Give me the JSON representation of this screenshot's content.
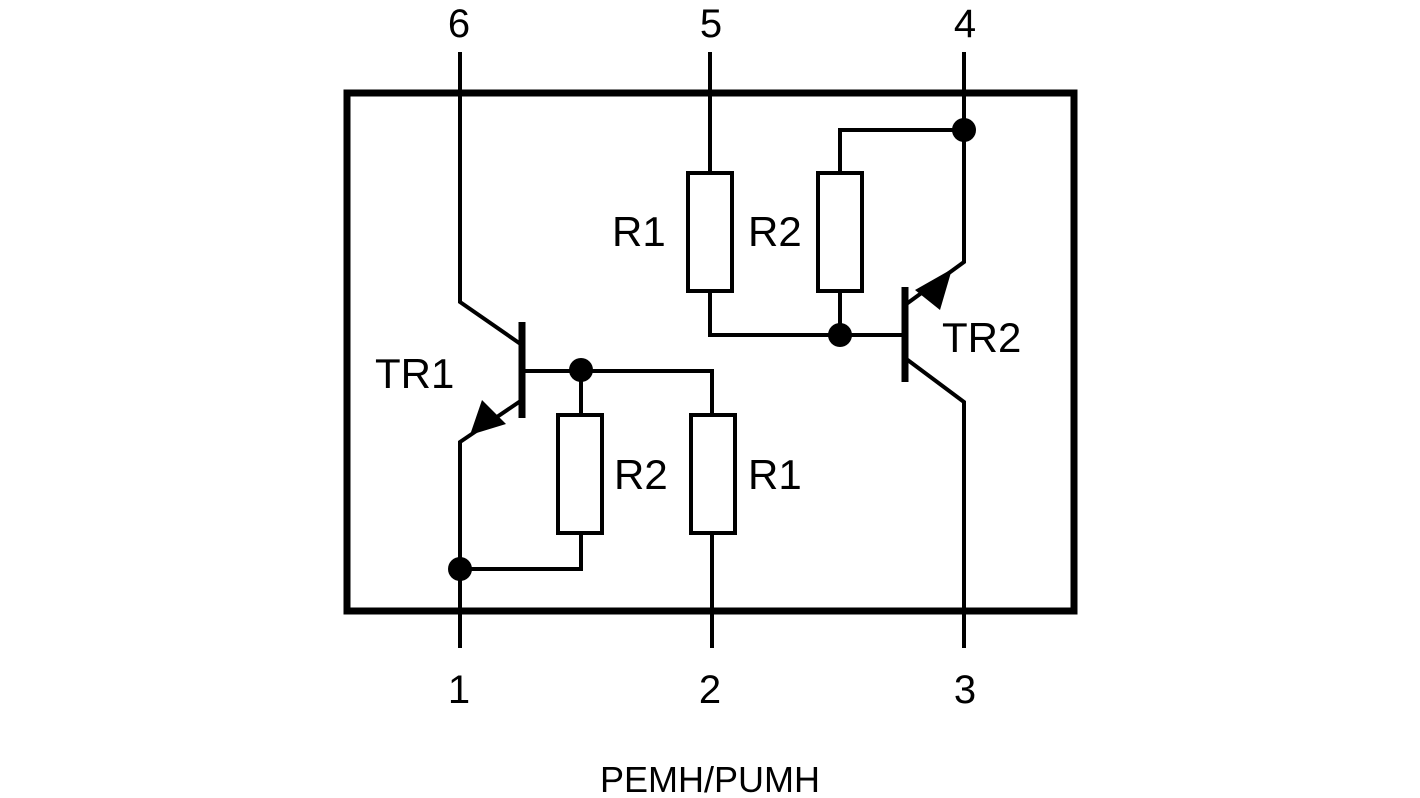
{
  "pins": {
    "p1": "1",
    "p2": "2",
    "p3": "3",
    "p4": "4",
    "p5": "5",
    "p6": "6"
  },
  "labels": {
    "tr1": "TR1",
    "tr2": "TR2",
    "tr1_r1": "R1",
    "tr1_r2": "R2",
    "tr2_r1": "R1",
    "tr2_r2": "R2"
  },
  "caption": "PEMH/PUMH"
}
